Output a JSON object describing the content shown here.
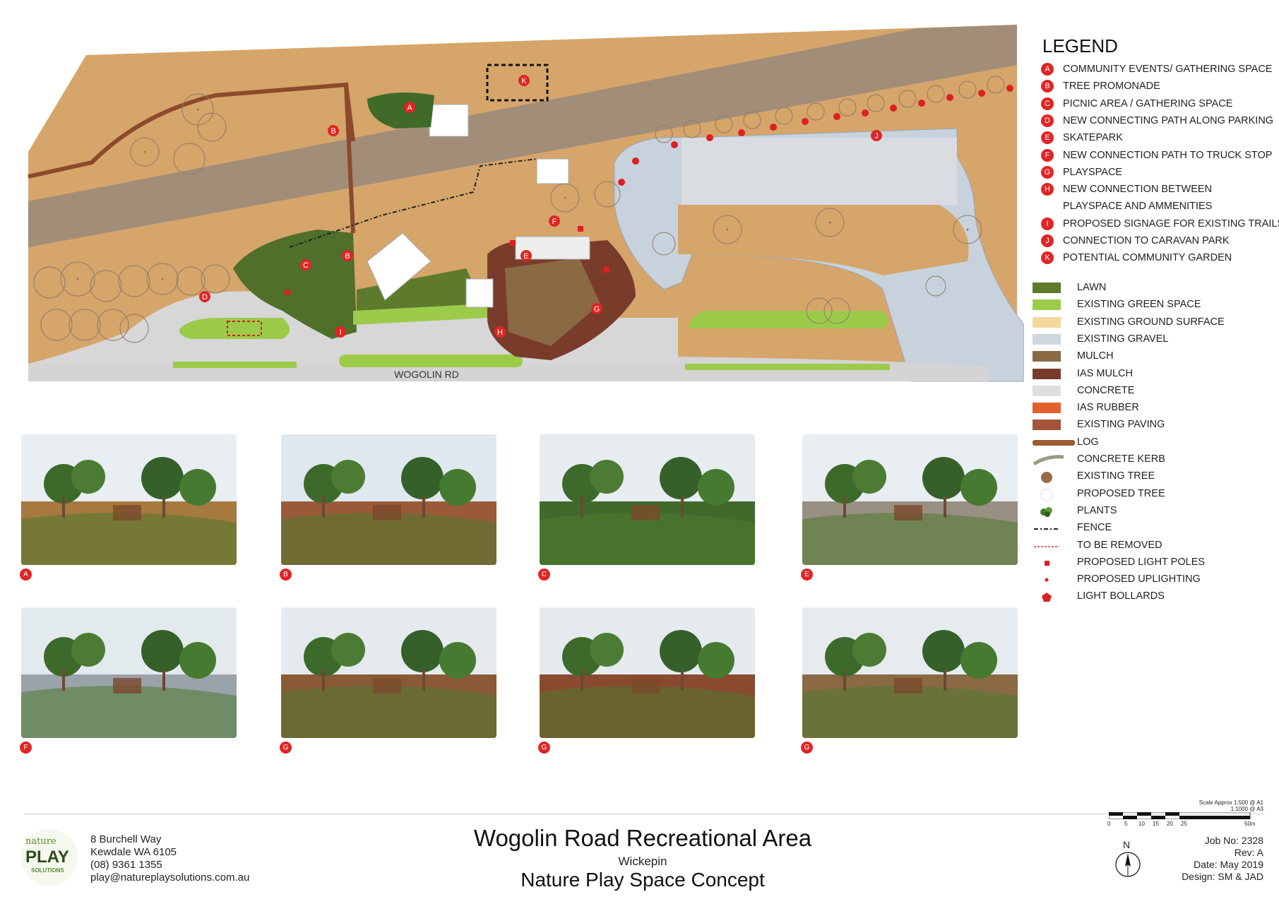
{
  "plan": {
    "road_label": "WOGOLIN RD",
    "markers": [
      "A",
      "B",
      "B",
      "C",
      "D",
      "E",
      "F",
      "G",
      "H",
      "I",
      "J",
      "K"
    ]
  },
  "legend": {
    "title": "LEGEND",
    "items": [
      {
        "letter": "A",
        "label": "COMMUNITY EVENTS/ GATHERING SPACE"
      },
      {
        "letter": "B",
        "label": "TREE PROMONADE"
      },
      {
        "letter": "C",
        "label": "PICNIC AREA / GATHERING SPACE"
      },
      {
        "letter": "D",
        "label": "NEW CONNECTING PATH ALONG PARKING"
      },
      {
        "letter": "E",
        "label": "SKATEPARK"
      },
      {
        "letter": "F",
        "label": "NEW CONNECTION PATH TO TRUCK STOP"
      },
      {
        "letter": "G",
        "label": "PLAYSPACE"
      },
      {
        "letter": "H",
        "label": "NEW CONNECTION BETWEEN"
      },
      {
        "letter": "",
        "label": "PLAYSPACE AND AMMENITIES"
      },
      {
        "letter": "I",
        "label": "PROPOSED SIGNAGE FOR EXISTING TRAILS"
      },
      {
        "letter": "J",
        "label": "CONNECTION TO CARAVAN PARK"
      },
      {
        "letter": "K",
        "label": "POTENTIAL COMMUNITY GARDEN"
      }
    ],
    "materials": [
      {
        "label": "LAWN",
        "color": "#5e7a2c"
      },
      {
        "label": "EXISTING GREEN SPACE",
        "color": "#9ccb4a"
      },
      {
        "label": "EXISTING GROUND SURFACE",
        "color": "#f3d79b"
      },
      {
        "label": "EXISTING  GRAVEL",
        "color": "#cfd6de"
      },
      {
        "label": "MULCH",
        "color": "#8a6a45"
      },
      {
        "label": "IAS MULCH",
        "color": "#7a3c2a"
      },
      {
        "label": "CONCRETE",
        "color": "#dedede"
      },
      {
        "label": "IAS RUBBER",
        "color": "#e4602e"
      },
      {
        "label": "EXISTING PAVING",
        "color": "#a4553a"
      },
      {
        "label": "LOG",
        "color": "#9c5a30"
      },
      {
        "label": "CONCRETE KERB",
        "color": "#9a9a86"
      },
      {
        "label": "EXISTING TREE",
        "color": "#9c6a48"
      },
      {
        "label": "PROPOSED TREE",
        "color": "#eeeeee"
      },
      {
        "label": "PLANTS",
        "color": "#3f7a2a"
      },
      {
        "label": "FENCE",
        "color": "#222222"
      },
      {
        "label": "TO BE REMOVED",
        "color": "#c0392b"
      },
      {
        "label": "PROPOSED LIGHT POLES",
        "color": "#dd2020"
      },
      {
        "label": "PROPOSED UPLIGHTING",
        "color": "#dd2020"
      },
      {
        "label": "LIGHT BOLLARDS",
        "color": "#dd2020"
      }
    ]
  },
  "photos": [
    "A",
    "B",
    "C",
    "E",
    "F",
    "G",
    "G",
    "G"
  ],
  "footer": {
    "address": [
      "8 Burchell Way",
      "Kewdale WA 6105",
      "(08) 9361 1355",
      "play@natureplaysolutions.com.au"
    ],
    "logo_text": "nature PLAY SOLUTIONS",
    "title": "Wogolin Road Recreational Area",
    "subtitle": "Wickepin",
    "concept": "Nature Play Space Concept",
    "job": [
      "Job No: 2328",
      "Rev: A",
      "Date: May 2019",
      "Design: SM & JAD"
    ],
    "scale_note": [
      "Scale Approx 1:500 @ A1",
      "1:1000 @ A3"
    ],
    "scale_ticks": [
      "0",
      "5",
      "10",
      "15",
      "20",
      "25",
      "50m"
    ],
    "north": "N"
  }
}
